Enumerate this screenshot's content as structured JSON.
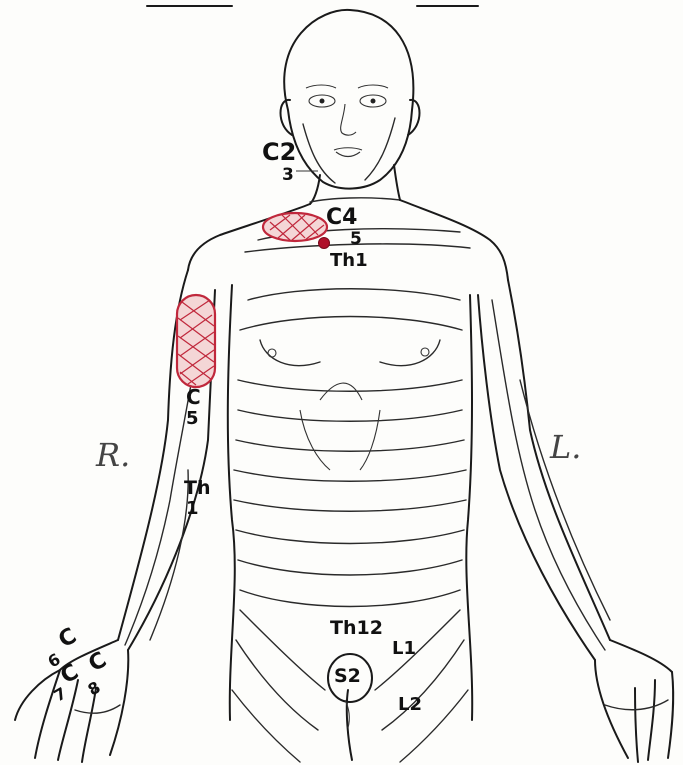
{
  "colors": {
    "line": "#1a1a1a",
    "marking": "#c0283c",
    "paper": "#fdfdfb"
  },
  "labels": {
    "c2": "C2",
    "c3": "3",
    "c4": "C4",
    "c5_neck": "5",
    "th1_neck": "Th1",
    "c5_arm_c": "C",
    "c5_arm_n": "5",
    "th1_arm_th": "Th",
    "th1_arm_n": "1",
    "right_side": "R.",
    "left_side": "L.",
    "th12": "Th12",
    "l1": "L1",
    "l2": "L2",
    "s2": "S2",
    "c6_c": "C",
    "c6_n": "6",
    "c7_c": "C",
    "c7_n": "7",
    "c8_c": "C",
    "c8_n": "8"
  }
}
